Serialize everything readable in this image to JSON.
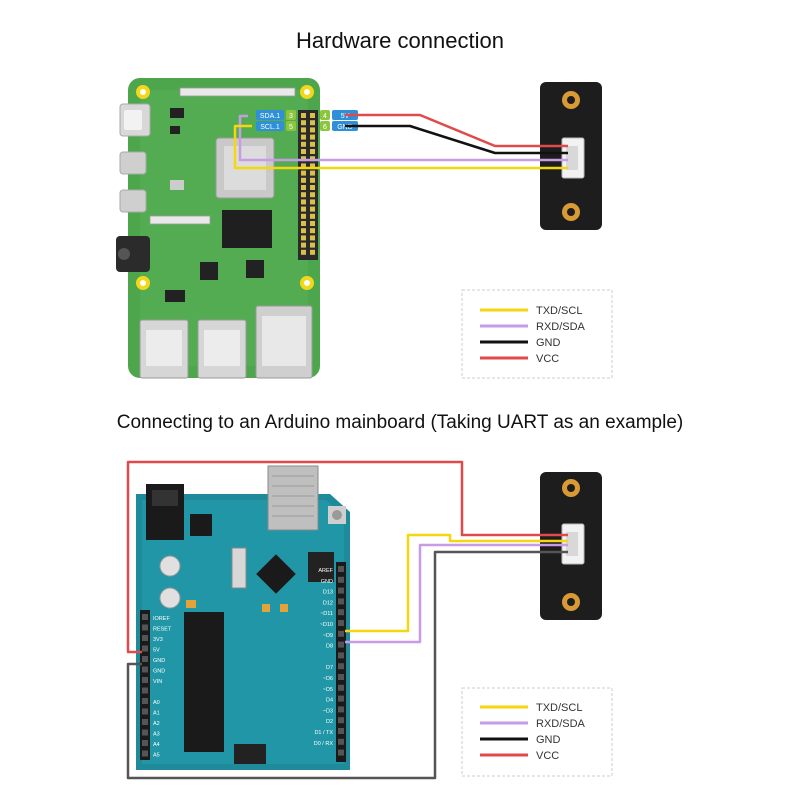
{
  "section1": {
    "title": "Hardware connection",
    "pin_labels": {
      "sda": "SDA.1",
      "scl": "SCL.1",
      "p3": "3",
      "p5": "5",
      "p4": "4",
      "p6": "6",
      "v5": "5V",
      "gnd": "GND"
    },
    "legend": [
      {
        "label": "TXD/SCL",
        "color": "#f5d60f"
      },
      {
        "label": "RXD/SDA",
        "color": "#c79be6"
      },
      {
        "label": "GND",
        "color": "#111111"
      },
      {
        "label": "VCC",
        "color": "#e04a4a"
      }
    ]
  },
  "section2": {
    "title": "Connecting to an Arduino mainboard (Taking UART as an example)",
    "header_left": [
      "IOREF",
      "RESET",
      "3V3",
      "5V",
      "GND",
      "GND",
      "VIN",
      "",
      "A0",
      "A1",
      "A2",
      "A3",
      "A4",
      "A5"
    ],
    "header_right": [
      "AREF",
      "GND",
      "D13",
      "D12",
      "~D11",
      "~D10",
      "~D9",
      "D8",
      "",
      "D7",
      "~D6",
      "~D5",
      "D4",
      "~D3",
      "D2",
      "D1 / TX",
      "D0 / RX"
    ],
    "legend": [
      {
        "label": "TXD/SCL",
        "color": "#f5d60f"
      },
      {
        "label": "RXD/SDA",
        "color": "#c79be6"
      },
      {
        "label": "GND",
        "color": "#111111"
      },
      {
        "label": "VCC",
        "color": "#e04a4a"
      }
    ]
  }
}
